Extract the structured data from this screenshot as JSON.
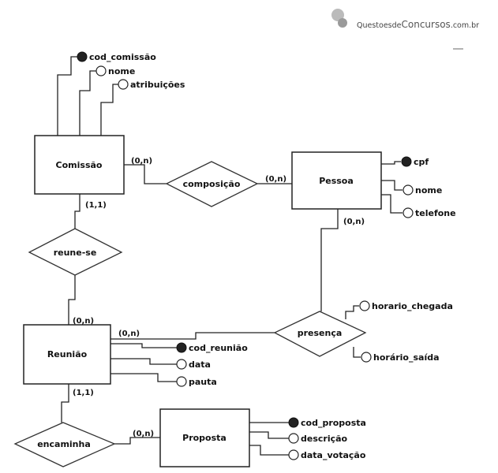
{
  "watermark": {
    "prefix": "Questoes",
    "de": "de",
    "brand": "Concursos",
    "suffix": ".com.br"
  },
  "entities": {
    "comissao": "Comissão",
    "pessoa": "Pessoa",
    "reuniao": "Reunião",
    "proposta": "Proposta"
  },
  "relationships": {
    "composicao": "composição",
    "reune_se": "reune-se",
    "presenca": "presença",
    "encaminha": "encaminha"
  },
  "attributes": {
    "cod_comissao": "cod_comissão",
    "nome_comissao": "nome",
    "atribuicoes": "atribuições",
    "cpf": "cpf",
    "nome_pessoa": "nome",
    "telefone": "telefone",
    "horario_chegada": "horario_chegada",
    "horario_saida": "horário_saída",
    "cod_reuniao": "cod_reunião",
    "data": "data",
    "pauta": "pauta",
    "cod_proposta": "cod_proposta",
    "descricao": "descrição",
    "data_votacao": "data_votação"
  },
  "cardinalities": {
    "comissao_composicao": "(0,n)",
    "pessoa_composicao": "(0,n)",
    "pessoa_presenca": "(0,n)",
    "comissao_reune": "(1,1)",
    "reuniao_reune": "(0,n)",
    "reuniao_presenca": "(0,n)",
    "reuniao_encaminha": "(1,1)",
    "proposta_encaminha": "(0,n)"
  }
}
